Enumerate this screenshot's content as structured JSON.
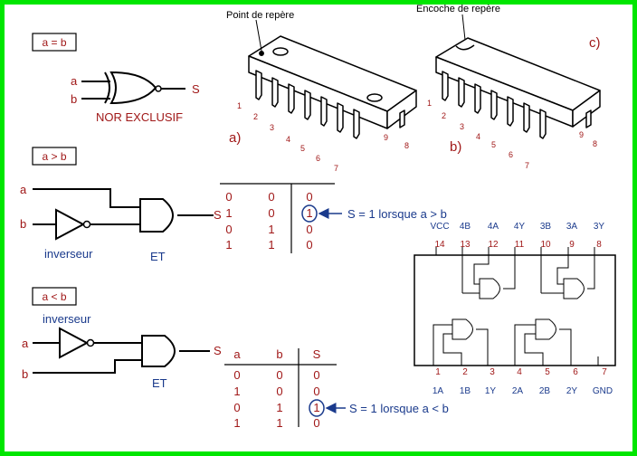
{
  "boxes": {
    "xnor": "a = b",
    "gt": "a > b",
    "lt": "a < b"
  },
  "xnor": {
    "in_a": "a",
    "in_b": "b",
    "out": "S",
    "caption": "NOR EXCLUSIF"
  },
  "gt": {
    "in_a": "a",
    "in_b": "b",
    "inverter": "inverseur",
    "gate": "ET",
    "s_label": "S",
    "rows": [
      [
        "0",
        "0",
        "0"
      ],
      [
        "1",
        "0",
        "1"
      ],
      [
        "0",
        "1",
        "0"
      ],
      [
        "1",
        "1",
        "0"
      ]
    ],
    "note": "S = 1 lorsque a > b"
  },
  "lt": {
    "in_a": "a",
    "in_b": "b",
    "inverter": "inverseur",
    "gate": "ET",
    "s_label": "S",
    "header": [
      "a",
      "b",
      "S"
    ],
    "rows": [
      [
        "0",
        "0",
        "0"
      ],
      [
        "1",
        "0",
        "0"
      ],
      [
        "0",
        "1",
        "1"
      ],
      [
        "1",
        "1",
        "0"
      ]
    ],
    "note": "S = 1 lorsque a < b"
  },
  "ic_a": {
    "label": "a)",
    "marker": "Point de repère",
    "pins": [
      "1",
      "2",
      "3",
      "4",
      "5",
      "6",
      "7",
      "8",
      "9"
    ]
  },
  "ic_b": {
    "label": "b)",
    "marker": "Encoche de repère",
    "pins": [
      "1",
      "2",
      "3",
      "4",
      "5",
      "6",
      "7",
      "8",
      "9"
    ]
  },
  "ic_c": {
    "label": "c)"
  },
  "pinout": {
    "top_names": [
      "VCC",
      "4B",
      "4A",
      "4Y",
      "3B",
      "3A",
      "3Y"
    ],
    "top_nums": [
      "14",
      "13",
      "12",
      "11",
      "10",
      "9",
      "8"
    ],
    "bottom_nums": [
      "1",
      "2",
      "3",
      "4",
      "5",
      "6",
      "7"
    ],
    "bottom_names": [
      "1A",
      "1B",
      "1Y",
      "2A",
      "2B",
      "2Y",
      "GND"
    ]
  },
  "colors": {
    "frame": "#00e600",
    "text_red": "#a01818",
    "text_blue": "#1a3a8c",
    "circle": "#1a3a8c"
  }
}
